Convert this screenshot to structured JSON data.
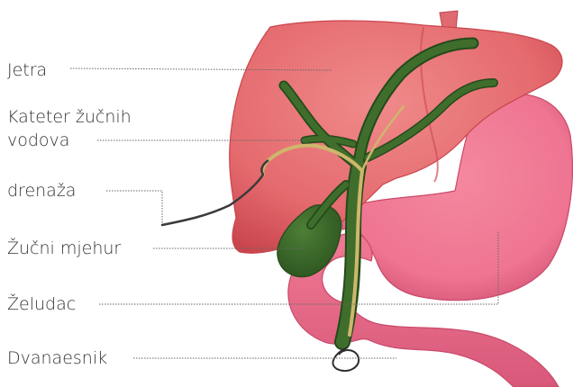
{
  "labels": {
    "liver": "Jetra",
    "catheter_line1": "Kateter žučnih",
    "catheter_line2": "vodova",
    "drainage": "drenaža",
    "gallbladder": "Žučni mjehur",
    "stomach": "Želudac",
    "duodenum": "Dvanaesnik"
  },
  "colors": {
    "liver": "#e8676b",
    "liver_dark": "#c9454d",
    "stomach": "#f07c95",
    "stomach_dark": "#c9496a",
    "bile_duct": "#3f6e2c",
    "bile_duct_dark": "#244a1a",
    "catheter": "#cdb76b",
    "leader_line": "#666666",
    "drain_tube": "#3a3a3a"
  }
}
